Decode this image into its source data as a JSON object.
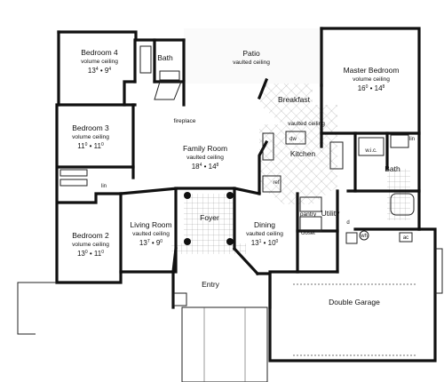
{
  "rooms": {
    "bedroom4": {
      "name": "Bedroom 4",
      "ceiling": "volume ceiling",
      "dim1": "13",
      "dim1_in": "4",
      "dim2": "9",
      "dim2_in": "4"
    },
    "bath_upper": {
      "name": "Bath"
    },
    "patio": {
      "name": "Patio",
      "ceiling": "vaulted ceiling"
    },
    "master": {
      "name": "Master Bedroom",
      "ceiling": "volume ceiling",
      "dim1": "16",
      "dim1_in": "0",
      "dim2": "14",
      "dim2_in": "8"
    },
    "breakfast": {
      "name": "Breakfast"
    },
    "fireplace": {
      "name": "fireplace"
    },
    "bedroom3": {
      "name": "Bedroom 3",
      "ceiling": "volume ceiling",
      "dim1": "11",
      "dim1_in": "0",
      "dim2": "11",
      "dim2_in": "0"
    },
    "family": {
      "name": "Family Room",
      "ceiling": "vaulted ceiling",
      "dim1": "18",
      "dim1_in": "4",
      "dim2": "14",
      "dim2_in": "8"
    },
    "kitchen": {
      "name": "Kitchen",
      "ceiling": "vaulted ceiling",
      "dw": "dw",
      "ref": "ref"
    },
    "wic": {
      "name": "w.i.c."
    },
    "lin_master": {
      "name": "lin"
    },
    "bath_master": {
      "name": "Bath"
    },
    "lin_hall": {
      "name": "lin"
    },
    "bedroom2": {
      "name": "Bedroom 2",
      "ceiling": "volume ceiling",
      "dim1": "13",
      "dim1_in": "0",
      "dim2": "11",
      "dim2_in": "0"
    },
    "living": {
      "name": "Living Room",
      "ceiling": "vaulted ceiling",
      "dim1": "13",
      "dim1_in": "7",
      "dim2": "9",
      "dim2_in": "0"
    },
    "foyer": {
      "name": "Foyer"
    },
    "dining": {
      "name": "Dining",
      "ceiling": "vaulted ceiling",
      "dim1": "13",
      "dim1_in": "1",
      "dim2": "10",
      "dim2_in": "0"
    },
    "pantry": {
      "name": "pantry"
    },
    "utility": {
      "name": "Utility"
    },
    "closet": {
      "name": "closet"
    },
    "d": {
      "name": "d"
    },
    "wh": {
      "name": "wh"
    },
    "ac": {
      "name": "ac"
    },
    "entry": {
      "name": "Entry"
    },
    "garage": {
      "name": "Double Garage"
    }
  }
}
